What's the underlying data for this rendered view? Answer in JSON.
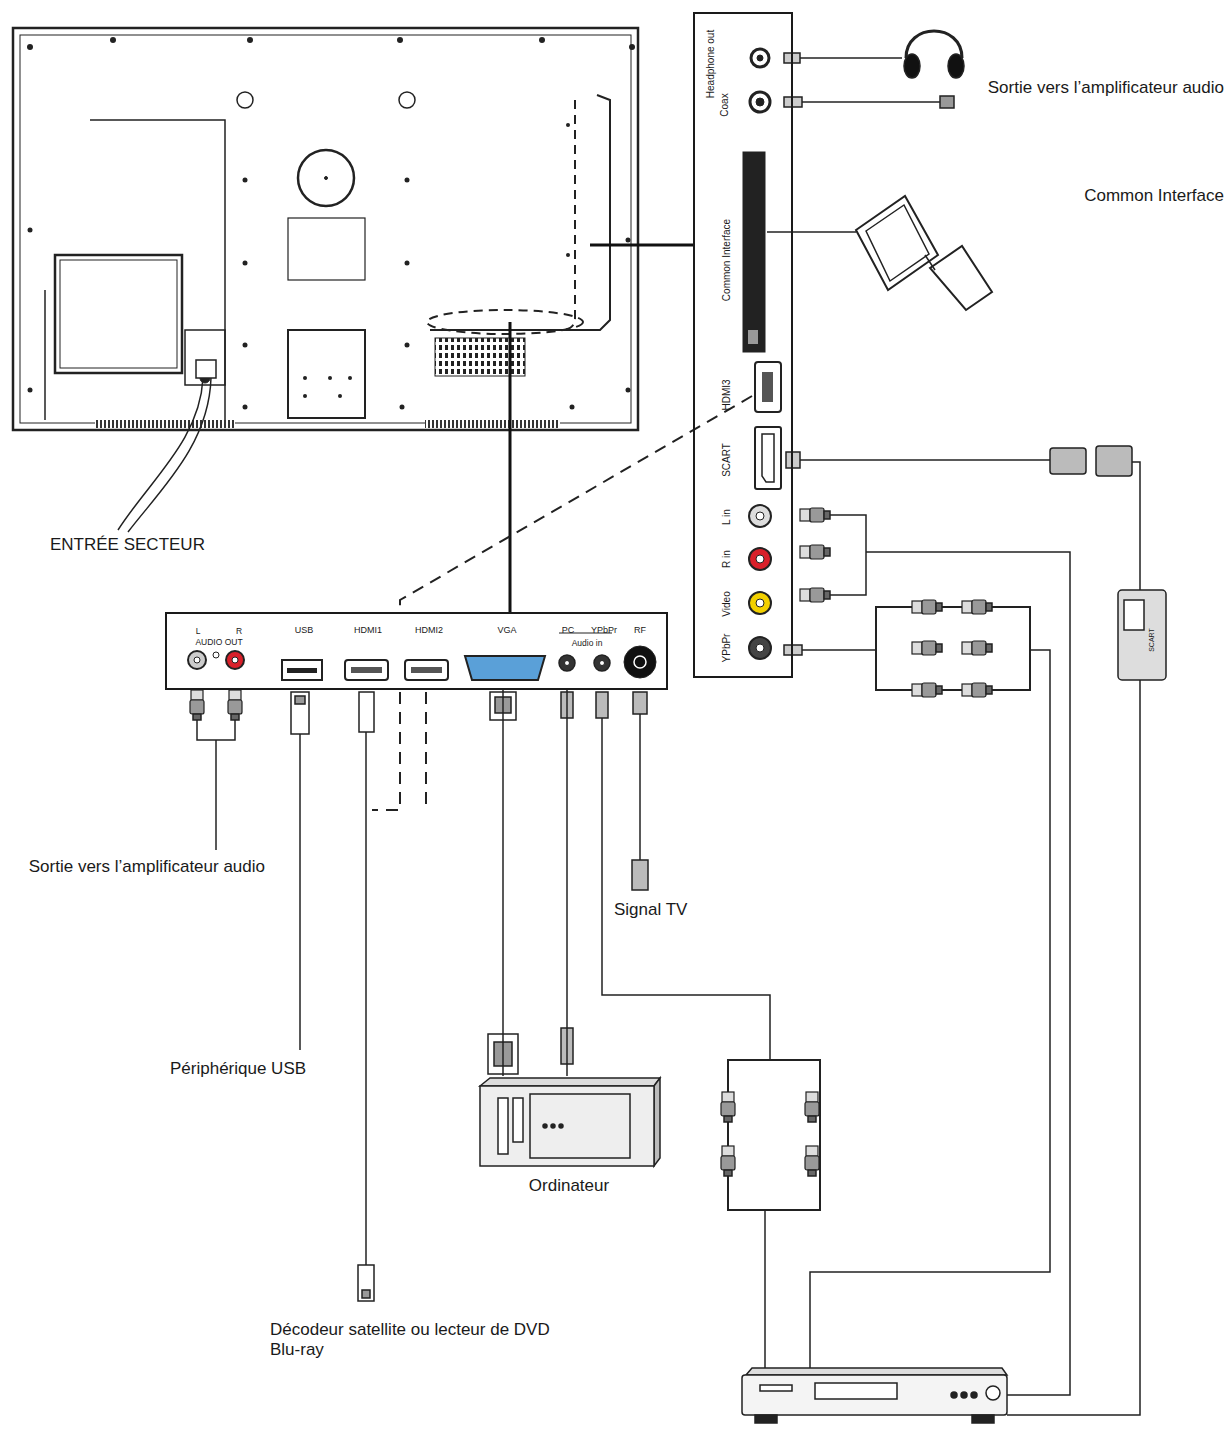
{
  "diagram": {
    "nodes": [
      {
        "text": [
          "Headphone out",
          "Coax",
          "Common Interface",
          "HDMI3",
          "SCART",
          "L in",
          "R in",
          "Video",
          "YPbPr"
        ]
      },
      {
        "text": [
          "AUDIO OUT",
          "L",
          "R",
          "USB",
          "HDMI1",
          "HDMI2",
          "VGA",
          "PC",
          "YPbPr",
          "Audio in",
          "RF"
        ]
      },
      {
        "text": [
          "Ordinateur"
        ]
      }
    ],
    "edges": [
      {
        "from": 1,
        "to": 2,
        "arrow": "none"
      },
      {
        "from": 1,
        "to": 2,
        "arrow": "none"
      }
    ],
    "labels": [
      "Sortie vers l’amplificateur audio",
      "Common Interface",
      "ENTRÉE SECTEUR",
      "Sortie vers l’amplificateur audio",
      "Périphérique USB",
      "Signal TV",
      "SCART",
      "Décodeur satellite ou lecteur de DVD Blu-ray"
    ]
  }
}
